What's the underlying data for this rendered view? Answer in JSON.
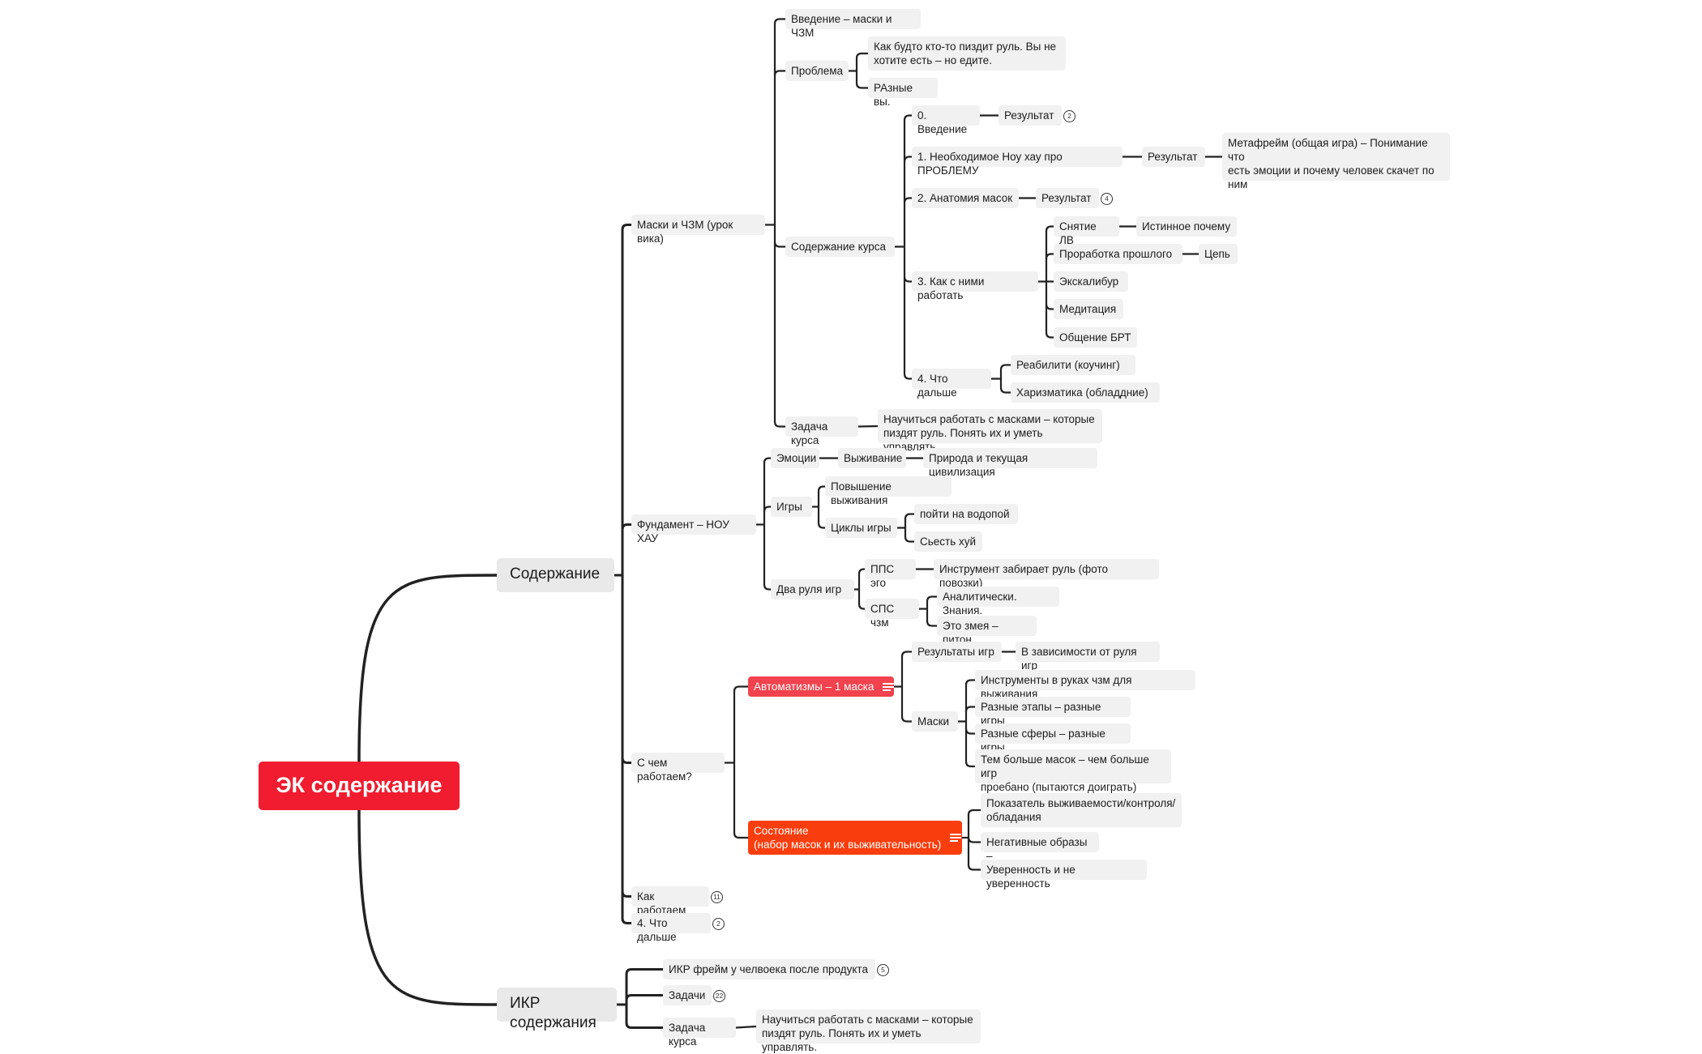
{
  "title": "ЭК содержание",
  "colors": {
    "root": "#f11c2f",
    "automatisms": "#f1424d",
    "state": "#fa3d0d",
    "line": "#222222"
  },
  "content": {
    "label": "Содержание",
    "masks": {
      "label": "Маски и ЧЗМ (урок вика)",
      "intro": "Введение – маски и ЧЗМ",
      "problem": {
        "label": "Проблема",
        "a": "Как будто кто-то пиздит руль. Вы не\nхотите есть – но едите.",
        "b": "РАзные вы."
      },
      "course_content": {
        "label": "Содержание курса",
        "s0": {
          "label": "0. Введение",
          "result": "Результат",
          "count": "2"
        },
        "s1": {
          "label": "1. Необходимое Ноу хау про ПРОБЛЕМУ",
          "result": "Результат",
          "meta": "Метафрейм (общая игра) – Понимание что\nесть эмоции и почему человек скачет по\nним"
        },
        "s2": {
          "label": "2. Анатомия масок",
          "result": "Результат",
          "count": "4"
        },
        "s3": {
          "label": "3. Как с ними работать",
          "lv": "Снятие ЛВ",
          "true_why": "Истинное почему",
          "past": "Проработка прошлого",
          "chain": "Цепь",
          "excalibur": "Экскалибур",
          "meditation": "Медитация",
          "brt": "Общение БРТ"
        },
        "s4": {
          "label": "4. Что дальше",
          "rehab": "Реабилити (коучинг)",
          "charisma": "Харизматика (обладдние)"
        }
      },
      "task": {
        "label": "Задача курса",
        "text": "Научиться работать с масками – которые\nпиздят руль. Понять их и уметь управлять."
      }
    },
    "foundation": {
      "label": "Фундамент – НОУ ХАУ",
      "emotions": "Эмоции",
      "survival": "Выживание",
      "nature": "Природа и текущая цивилизация",
      "games": {
        "label": "Игры",
        "raise": "Повышение выживания",
        "cycles": "Циклы игры",
        "water": "пойти на водопой",
        "eat": "Сьесть хуй"
      },
      "two_wheels": {
        "label": "Два руля игр",
        "pps": "ППС эго",
        "tool": "Инструмент забирает руль (фото повозки)",
        "sps": "СПС чзм",
        "analytic": "Аналитически. Знания.",
        "snake": "Это змея – питон."
      }
    },
    "work_with": {
      "label": "С чем работаем?",
      "auto": {
        "label": "Автоматизмы – 1 маска",
        "results": "Результаты игр",
        "depends": "В зависимости от руля игр",
        "masks": "Маски",
        "m1": "Инструменты в руках чзм для выживания",
        "m2": "Разные этапы – разные игры",
        "m3": "Разные сферы – разные игры",
        "m4": "Тем больше масок – чем больше игр\nпроебано (пытаются доиграть)"
      },
      "state": {
        "label": "Состояние\n(набор масок и их выживательность)",
        "i1": "Показатель выживаемости/контроля/\nобладания",
        "i2": "Негативные образы –",
        "i3": "Уверенность и не уверенность"
      }
    },
    "how": {
      "label": "Как работаем",
      "count": "11"
    },
    "next": {
      "label": "4. Что дальше",
      "count": "2"
    }
  },
  "ikr": {
    "label": "ИКР содержания",
    "frame": {
      "label": "ИКР фрейм у челвоека после продукта",
      "count": "5"
    },
    "tasks": {
      "label": "Задачи",
      "count": "22"
    },
    "task": {
      "label": "Задача курса",
      "text": "Научиться работать с масками – которые\nпиздят руль. Понять их и уметь управлять."
    }
  }
}
